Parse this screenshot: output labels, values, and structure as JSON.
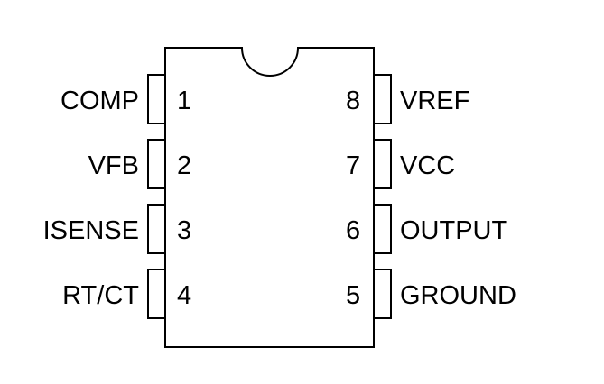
{
  "diagram": {
    "title": "",
    "left_pins": [
      {
        "number": "1",
        "label": "COMP"
      },
      {
        "number": "2",
        "label": "VFB"
      },
      {
        "number": "3",
        "label": "ISENSE"
      },
      {
        "number": "4",
        "label": "RT/CT"
      }
    ],
    "right_pins": [
      {
        "number": "8",
        "label": "VREF"
      },
      {
        "number": "7",
        "label": "VCC"
      },
      {
        "number": "6",
        "label": "OUTPUT"
      },
      {
        "number": "5",
        "label": "GROUND"
      }
    ],
    "colors": {
      "outline": "#000000",
      "background": "#ffffff"
    }
  }
}
